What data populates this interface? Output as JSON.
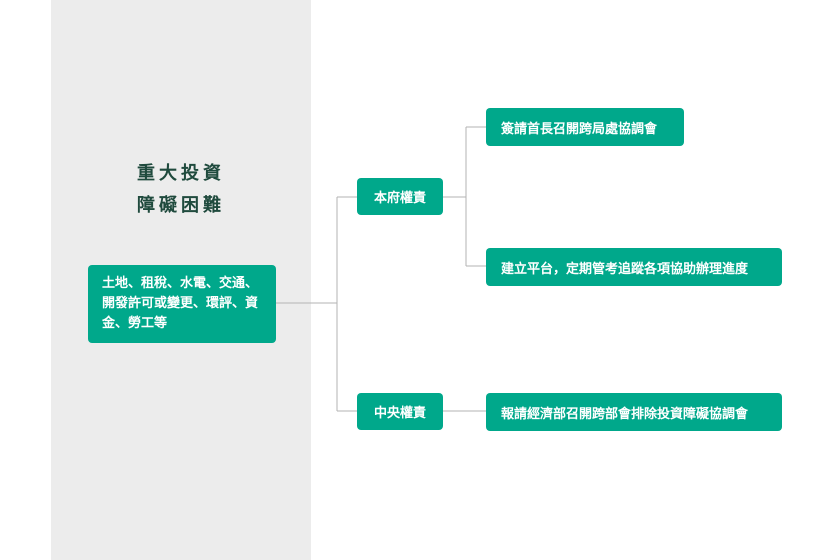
{
  "panel": {
    "title_line1": "重大投資",
    "title_line2": "障礙困難"
  },
  "tree": {
    "root": {
      "text": "土地、租稅、水電、交通、開發許可或變更、環評、資金、勞工等"
    },
    "branches": [
      {
        "label": "本府權責",
        "leaves": [
          "簽請首長召開跨局處協調會",
          "建立平台，定期管考追蹤各項協助辦理進度"
        ]
      },
      {
        "label": "中央權責",
        "leaves": [
          "報請經濟部召開跨部會排除投資障礙協調會"
        ]
      }
    ]
  }
}
